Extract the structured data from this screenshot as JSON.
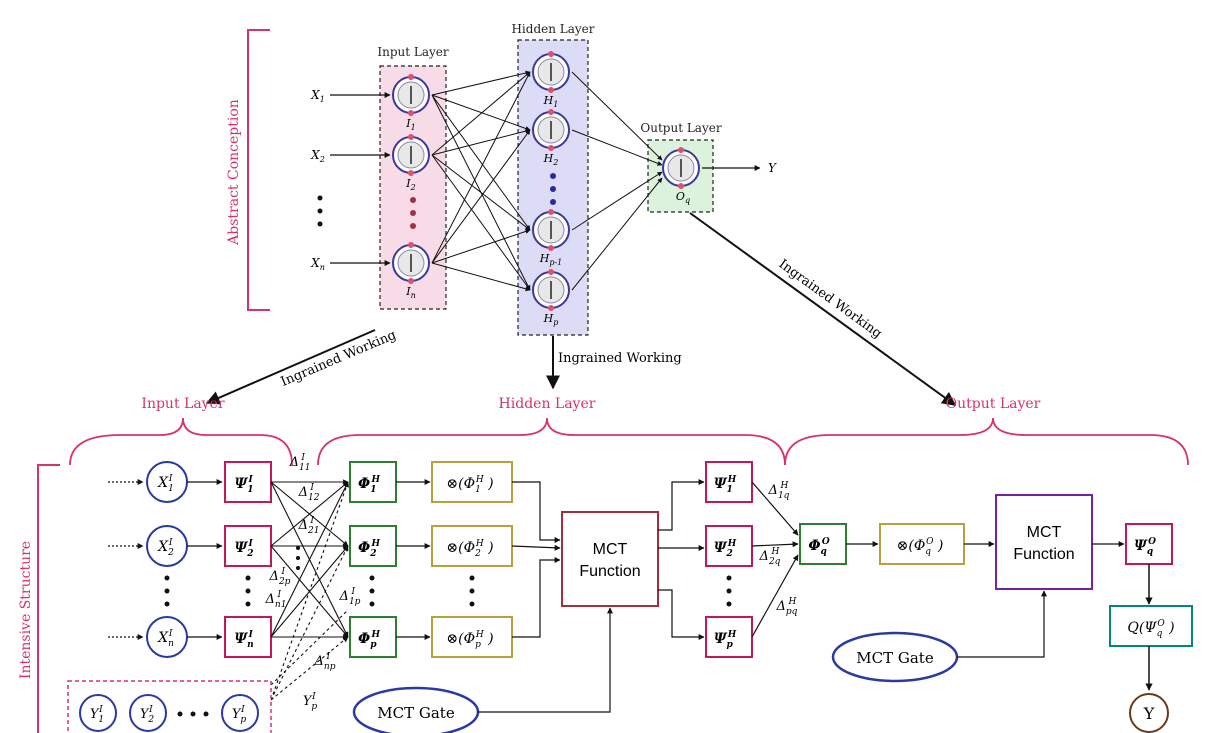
{
  "top": {
    "side_label": "Abstract Conception",
    "input_layer_title": "Input Layer",
    "hidden_layer_title": "Hidden Layer",
    "output_layer_title": "Output Layer",
    "inputs": [
      "X1",
      "X2",
      "Xn"
    ],
    "input_nodes": [
      "I1",
      "I2",
      "In"
    ],
    "hidden_nodes": [
      "H1",
      "H2",
      "Hp-1",
      "Hp"
    ],
    "output_node": "Oq",
    "output": "Y",
    "ingrained_left": "Ingrained Working",
    "ingrained_center": "Ingrained Working",
    "ingrained_right": "Ingrained Working"
  },
  "bottom": {
    "side_label": "Intensive Structure",
    "input_layer_title": "Input Layer",
    "hidden_layer_title": "Hidden Layer",
    "output_layer_title": "Output Layer",
    "mct_function": "MCT Function",
    "mct_gate": "MCT Gate",
    "final_output": "Y"
  },
  "colors": {
    "accent_pink": "#d6336c",
    "input_box": "#f7dbe6",
    "hidden_box": "#dcdcf6",
    "output_box": "#dcf2dc",
    "psi_box_stroke": "#c2185b",
    "phi_box_stroke": "#2e7d32",
    "otimes_box_stroke": "#b8a040",
    "mct_box_stroke": "#a0303a",
    "mct2_box_stroke": "#7b1fa2",
    "q_box_stroke": "#00897b",
    "circle_stroke": "#2a3aa0"
  }
}
